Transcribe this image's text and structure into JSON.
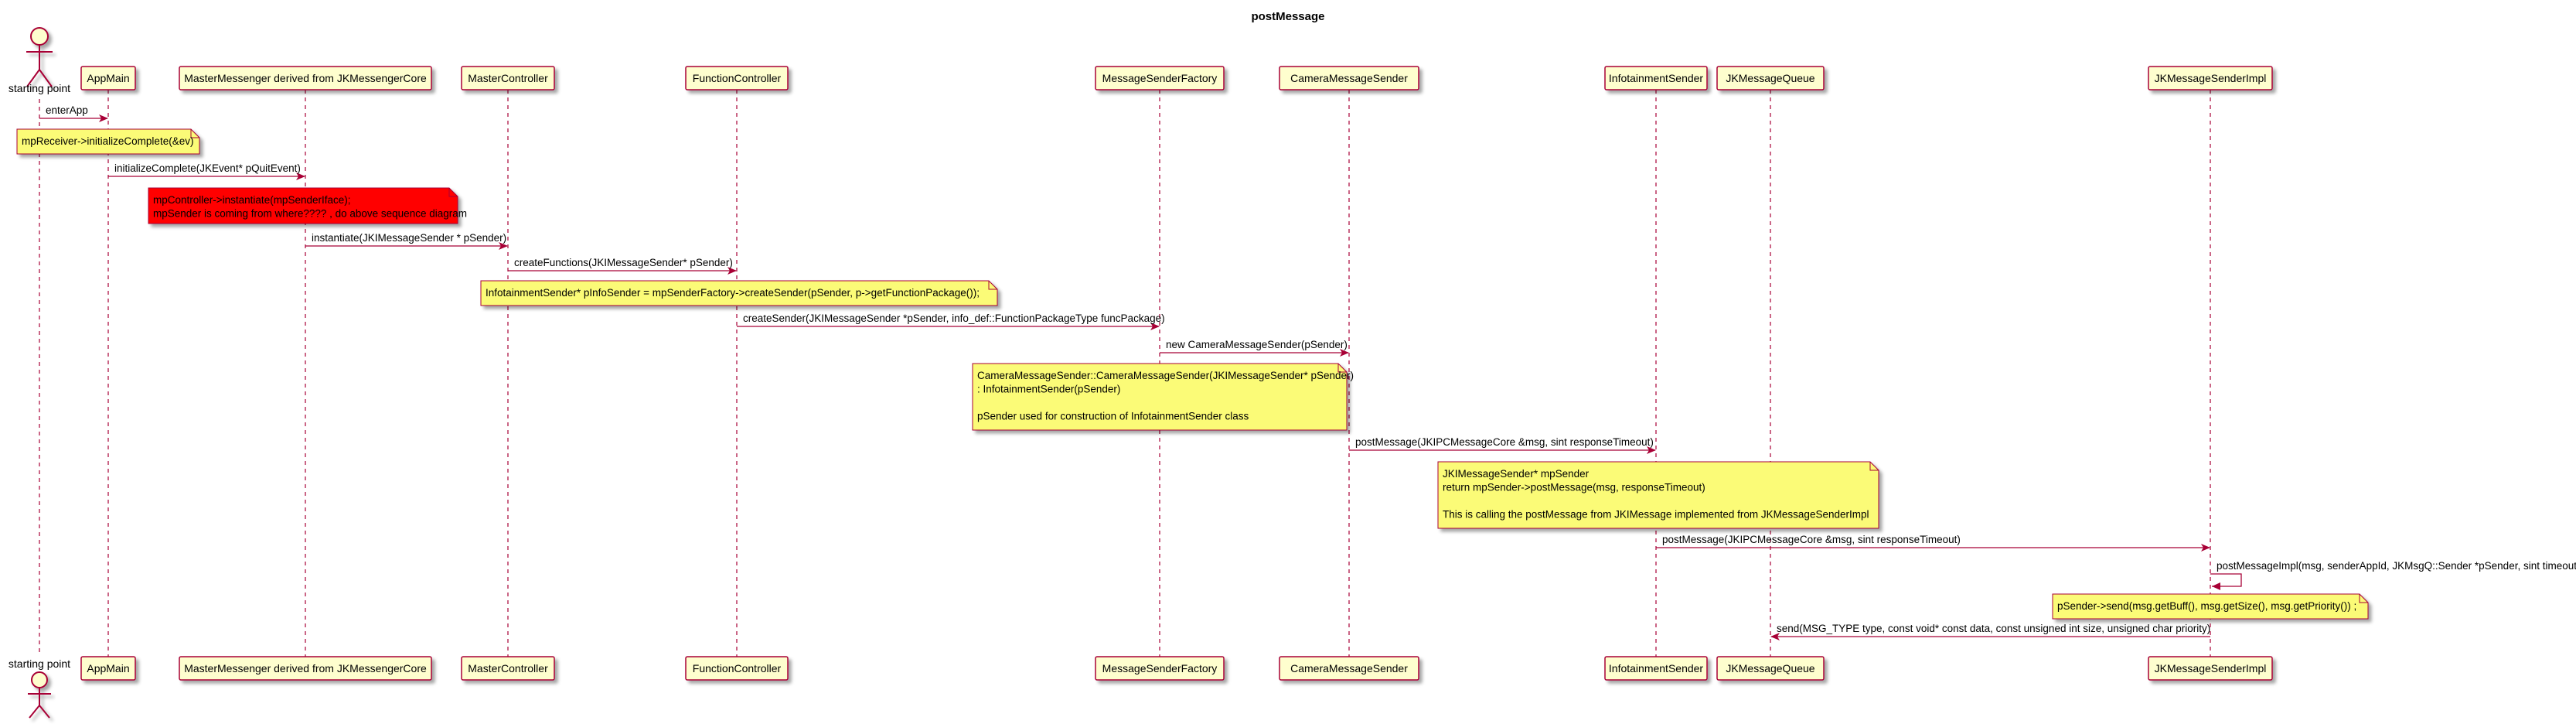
{
  "title": "postMessage",
  "actor": {
    "label": "starting point"
  },
  "participants": [
    "AppMain",
    "MasterMessenger derived from JKMessengerCore",
    "MasterController",
    "FunctionController",
    "MessageSenderFactory",
    "CameraMessageSender",
    "InfotainmentSender",
    "JKMessageQueue",
    "JKMessageSenderImpl"
  ],
  "messages": [
    "enterApp",
    "initializeComplete(JKEvent* pQuitEvent)",
    "instantiate(JKIMessageSender * pSender)",
    "createFunctions(JKIMessageSender* pSender)",
    "createSender(JKIMessageSender *pSender, info_def::FunctionPackageType funcPackage)",
    "new CameraMessageSender(pSender)",
    "postMessage(JKIPCMessageCore &msg, sint responseTimeout)",
    "postMessage(JKIPCMessageCore &msg, sint responseTimeout)",
    "postMessageImpl(msg, senderAppId, JKMsgQ::Sender *pSender, sint timeout)",
    "send(MSG_TYPE type, const void* const data, const unsigned int size, unsigned char priority)"
  ],
  "notes": [
    {
      "lines": [
        "mpReceiver->initializeComplete(&ev)"
      ],
      "color": "#fbfb77"
    },
    {
      "lines": [
        "mpController->instantiate(mpSenderIface);",
        "mpSender is coming from where???? , do above sequence diagram"
      ],
      "color": "#ff0000"
    },
    {
      "lines": [
        "InfotainmentSender* pInfoSender = mpSenderFactory->createSender(pSender, p->getFunctionPackage());"
      ],
      "color": "#fbfb77"
    },
    {
      "lines": [
        "CameraMessageSender::CameraMessageSender(JKIMessageSender* pSender)",
        ": InfotainmentSender(pSender)",
        "",
        "pSender used for construction of InfotainmentSender class"
      ],
      "color": "#fbfb77"
    },
    {
      "lines": [
        "JKIMessageSender* mpSender",
        "return mpSender->postMessage(msg, responseTimeout)",
        "",
        "This is calling the postMessage from JKIMessage implemented from JKMessageSenderImpl"
      ],
      "color": "#fbfb77"
    },
    {
      "lines": [
        "pSender->send(msg.getBuff(), msg.getSize(), msg.getPriority())    ;"
      ],
      "color": "#fbfb77"
    }
  ],
  "colors": {
    "participant_fill": "#fefece",
    "participant_border": "#a80036",
    "arrow": "#a80036",
    "note_fill": "#fbfb77",
    "note_alert_fill": "#ff0000"
  }
}
